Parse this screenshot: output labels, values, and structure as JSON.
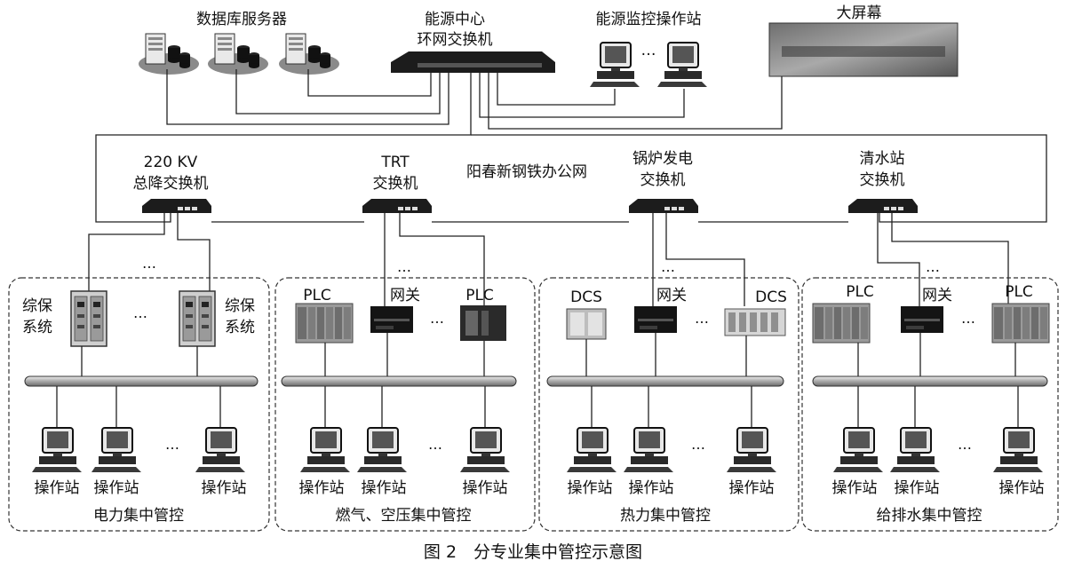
{
  "top": {
    "db_servers": "数据库服务器",
    "core_switch_line1": "能源中心",
    "core_switch_line2": "环网交换机",
    "monitor_station": "能源监控操作站",
    "big_screen": "大屏幕",
    "ellipsis": "…"
  },
  "network_label": "阳春新钢铁办公网",
  "switches": [
    {
      "line1": "220 KV",
      "line2": "总降交换机"
    },
    {
      "line1": "TRT",
      "line2": "交换机"
    },
    {
      "line1": "锅炉发电",
      "line2": "交换机"
    },
    {
      "line1": "清水站",
      "line2": "交换机"
    }
  ],
  "groups": [
    {
      "title": "电力集中管控",
      "dev_left": "综保",
      "dev_left2": "系统",
      "dev_right": "综保",
      "dev_right2": "系统",
      "op": "操作站"
    },
    {
      "title": "燃气、空压集中管控",
      "dev_left": "PLC",
      "gateway": "网关",
      "dev_right": "PLC",
      "op": "操作站"
    },
    {
      "title": "热力集中管控",
      "dev_left": "DCS",
      "gateway": "网关",
      "dev_right": "DCS",
      "op": "操作站"
    },
    {
      "title": "给排水集中管控",
      "dev_left": "PLC",
      "gateway": "网关",
      "dev_right": "PLC",
      "op": "操作站"
    }
  ],
  "caption": "图 2　分专业集中管控示意图",
  "colors": {
    "line": "#222222",
    "device_dark": "#1a1a1a",
    "device_gray": "#8c8c8c",
    "bus": "#b0b0b0"
  }
}
